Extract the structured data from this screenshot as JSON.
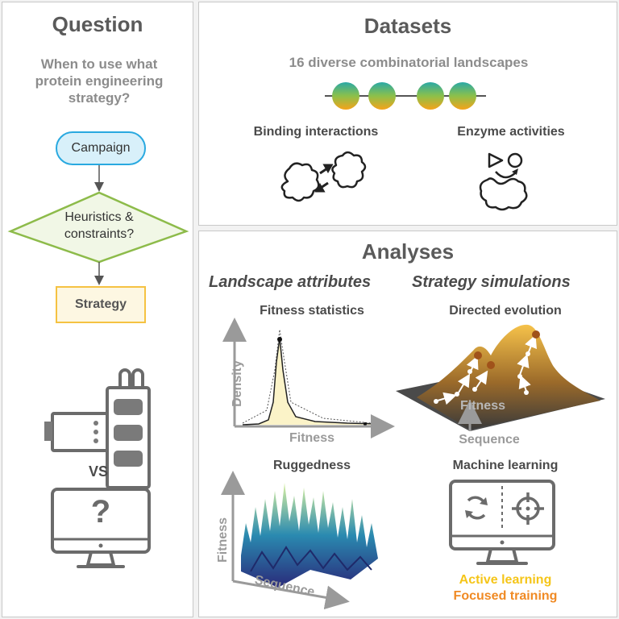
{
  "question": {
    "title": "Question",
    "prompt": "When to use what protein engineering strategy?",
    "flow": {
      "campaign": "Campaign",
      "decision": "Heuristics & constraints?",
      "strategy": "Strategy"
    },
    "versus": "VS",
    "computer_symbol": "?"
  },
  "datasets": {
    "title": "Datasets",
    "subtitle": "16 diverse combinatorial landscapes",
    "binding": "Binding interactions",
    "enzyme": "Enzyme activities"
  },
  "analyses": {
    "title": "Analyses",
    "landscape_heading": "Landscape attributes",
    "strategy_heading": "Strategy simulations",
    "fitness_stats": {
      "title": "Fitness statistics",
      "xlabel": "Fitness",
      "ylabel": "Density"
    },
    "directed_evolution": {
      "title": "Directed evolution",
      "zlabel": "Fitness",
      "xlabel": "Sequence"
    },
    "ruggedness": {
      "title": "Ruggedness",
      "ylabel": "Fitness",
      "xlabel": "Sequence"
    },
    "machine_learning": {
      "title": "Machine learning",
      "active": "Active learning",
      "focused": "Focused training"
    }
  },
  "colors": {
    "campaign_border": "#29a9e0",
    "decision_border": "#8dbb4a",
    "strategy_border": "#f5c242",
    "active_learning": "#f5c518",
    "focused_training": "#f08a24"
  }
}
